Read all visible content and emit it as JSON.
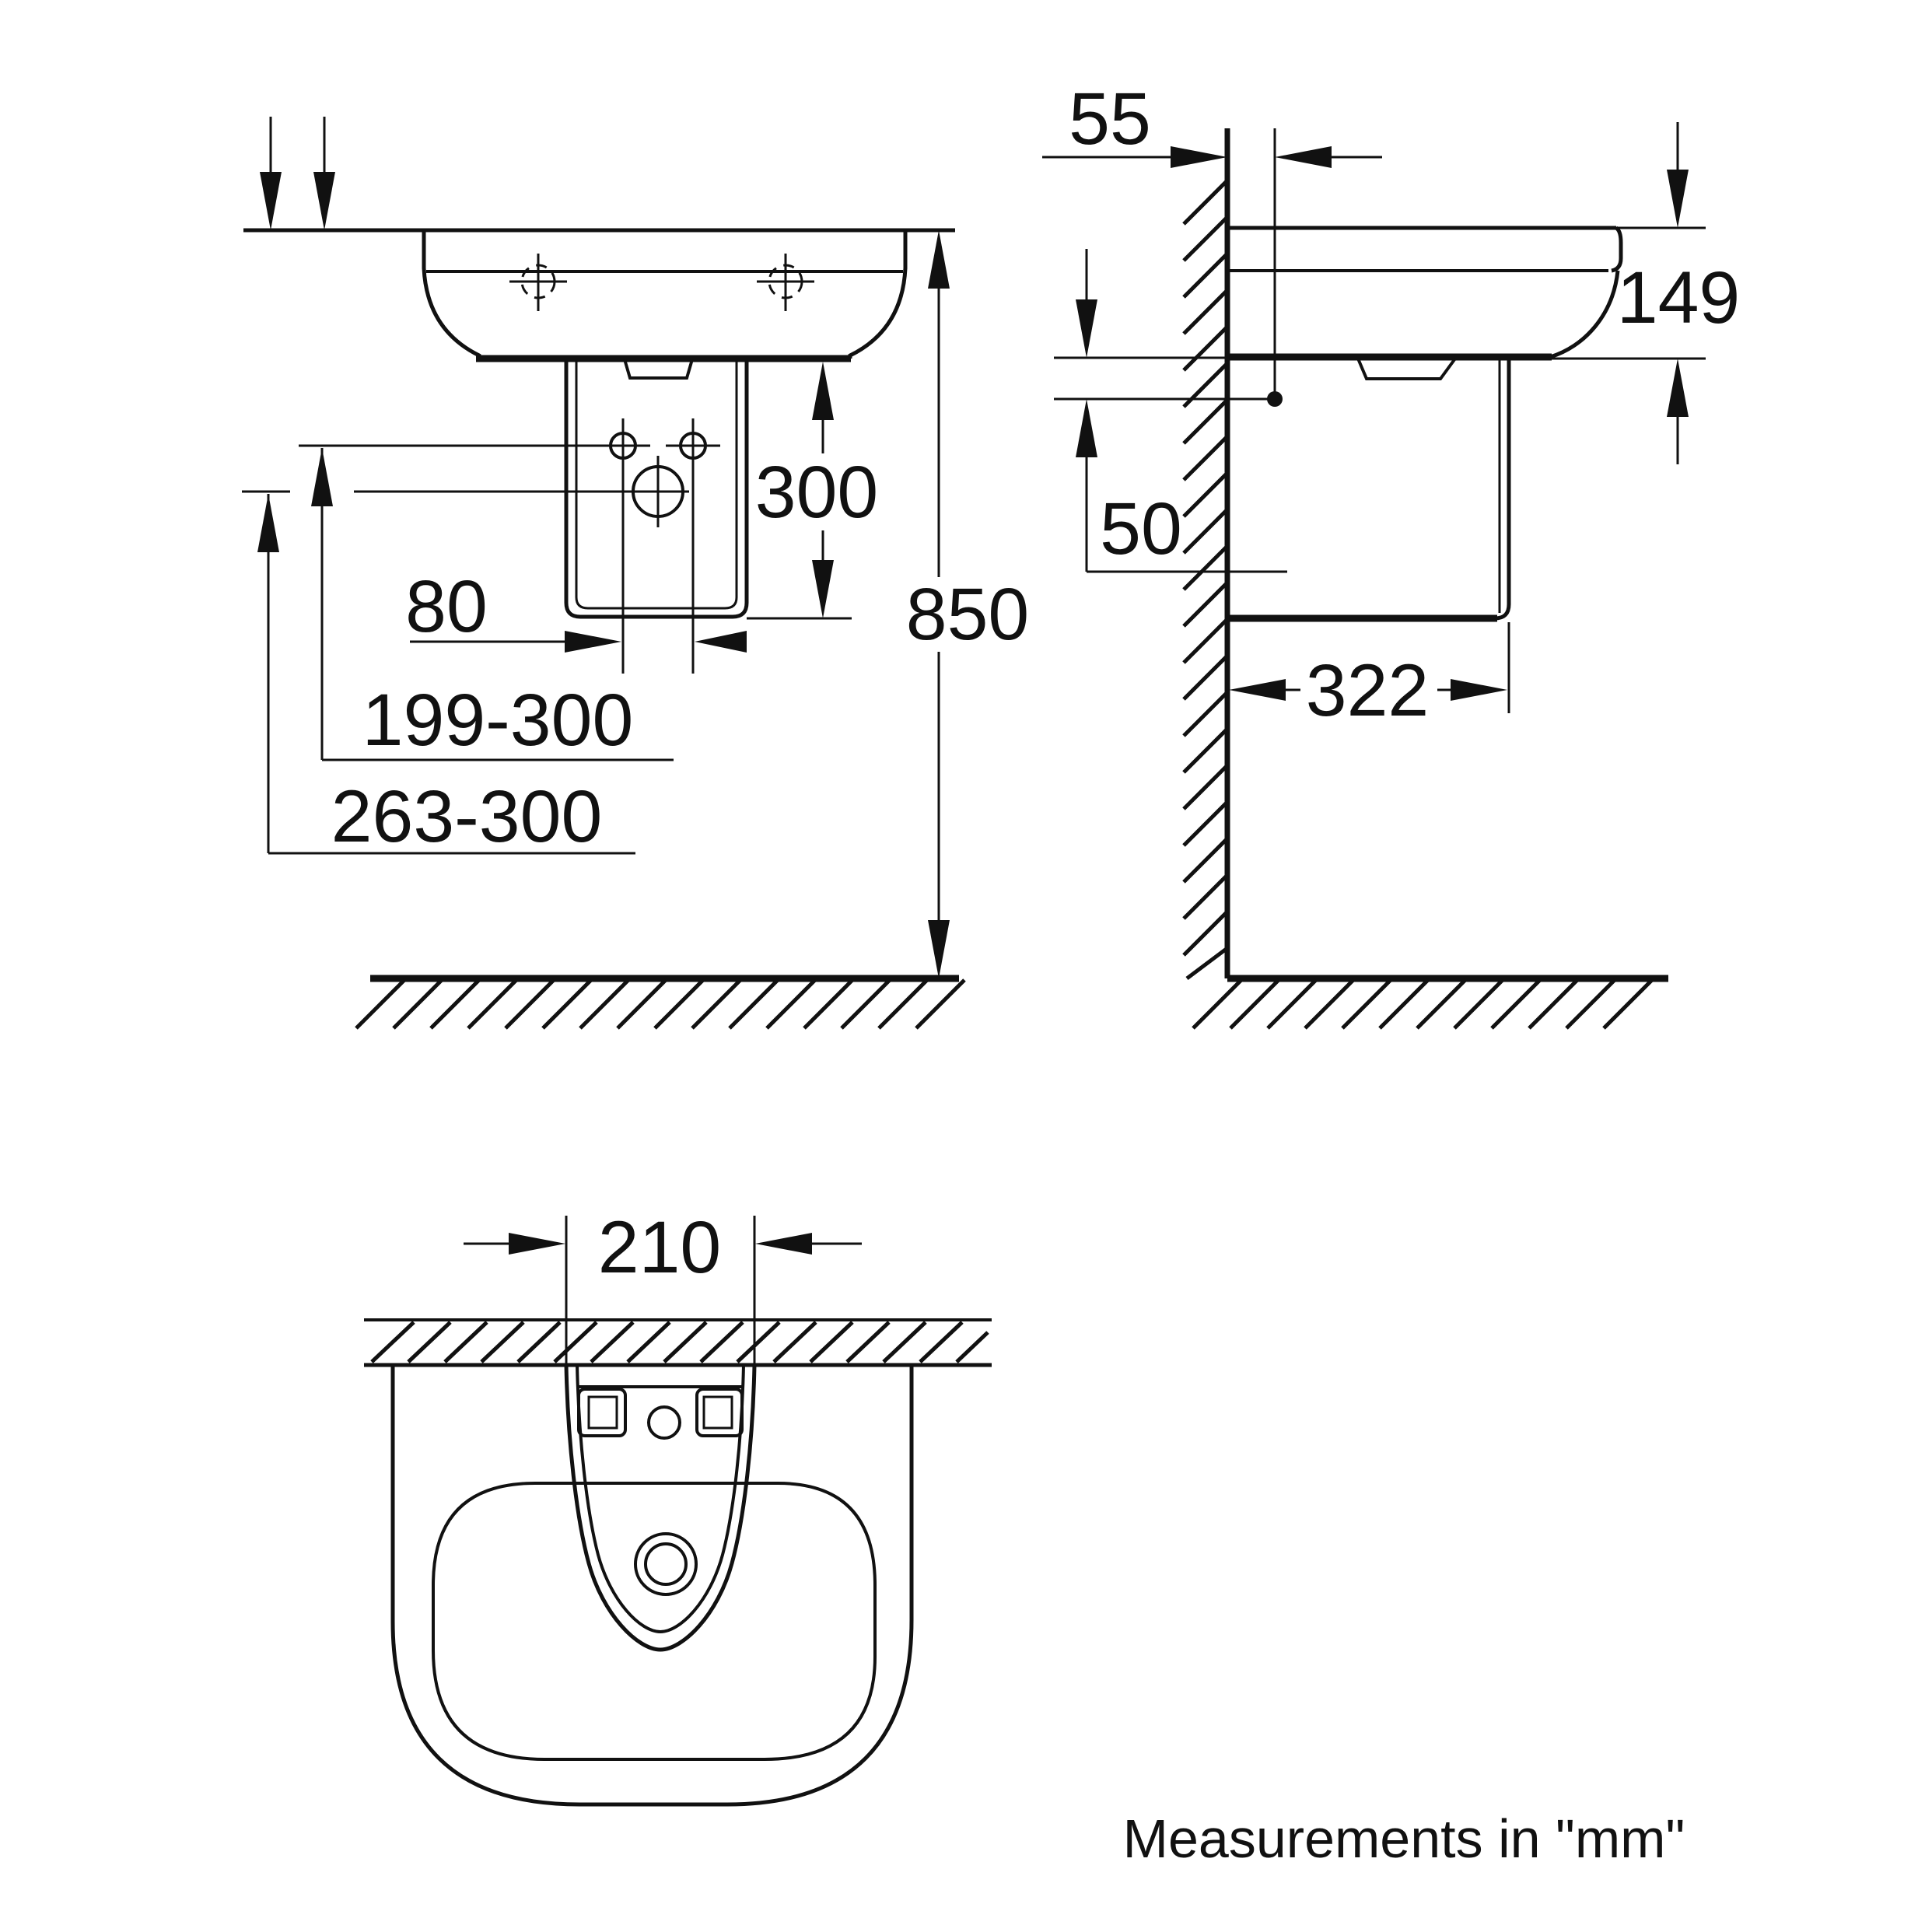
{
  "drawing": {
    "caption": "Measurements in \"mm\"",
    "unit": "mm",
    "colors": {
      "line": "#111111",
      "background": "#ffffff"
    },
    "views": {
      "front": {
        "label": "front elevation of washbasin with semi-pedestal",
        "dims": {
          "rim_height_from_floor": "850",
          "pedestal_height": "300",
          "fixing_hole_spacing": "80",
          "drain_height_range": "199-300",
          "trap_height_range": "263-300"
        }
      },
      "side": {
        "label": "side section at wall",
        "dims": {
          "faucet_axis_to_wall": "55",
          "basin_depth": "149",
          "bracket_offset_below_rim": "50",
          "basin_projection": "322"
        }
      },
      "bottom": {
        "label": "view from below",
        "dims": {
          "pedestal_trap_width": "210"
        }
      }
    }
  }
}
